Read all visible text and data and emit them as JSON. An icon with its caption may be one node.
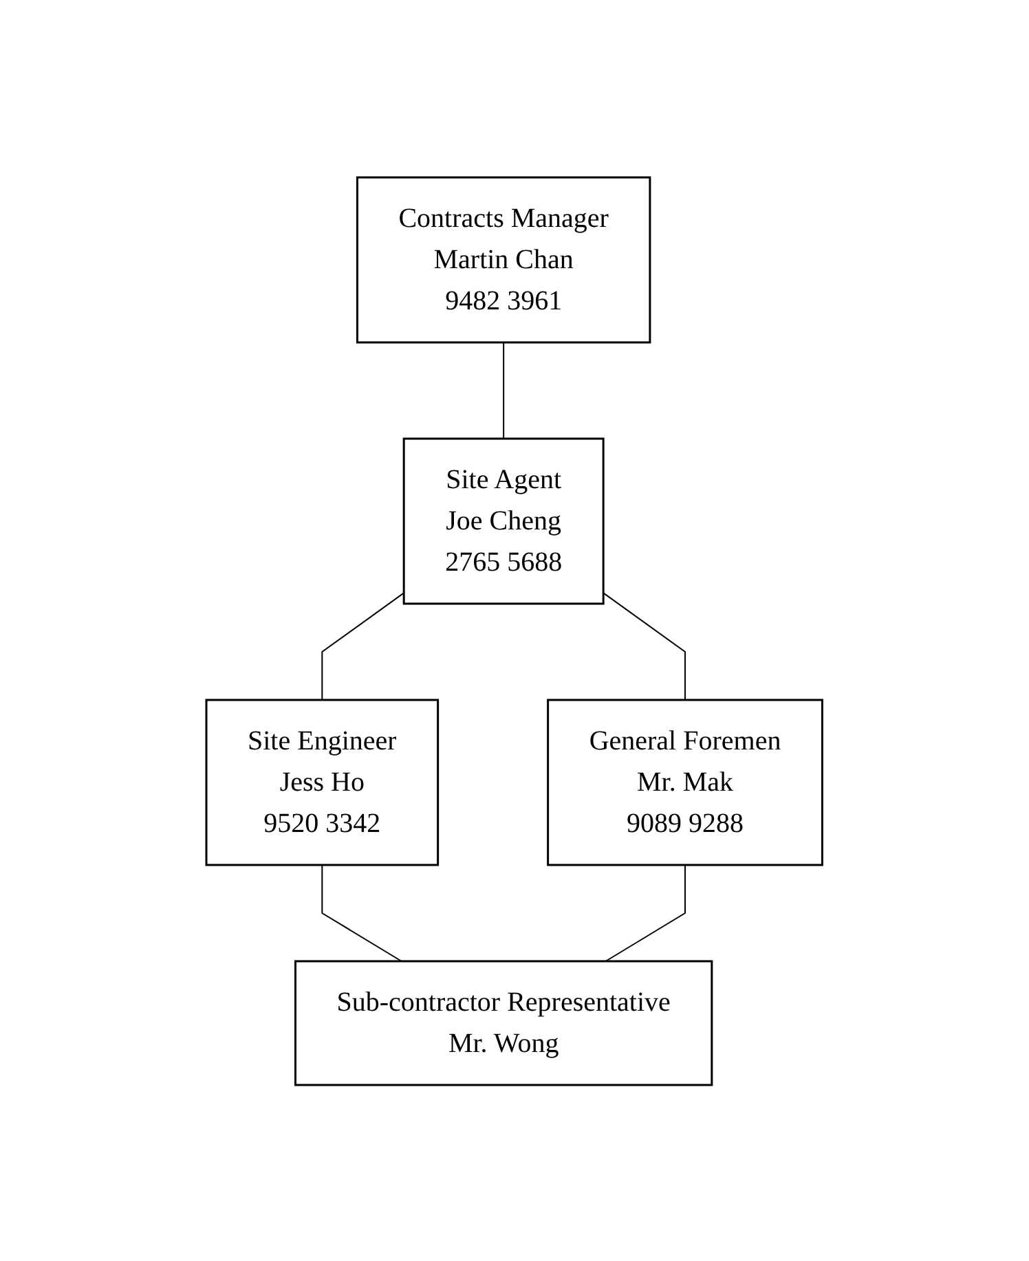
{
  "diagram": {
    "nodes": [
      {
        "text": [
          "Contracts Manager",
          "Martin Chan",
          "9482 3961"
        ]
      },
      {
        "text": [
          "Site Agent",
          "Joe Cheng",
          "2765 5688"
        ]
      },
      {
        "text": [
          "Site Engineer",
          "Jess Ho",
          "9520 3342"
        ]
      },
      {
        "text": [
          "General Foremen",
          "Mr. Mak",
          "9089 9288"
        ]
      },
      {
        "text": [
          "Sub-contractor Representative",
          "Mr. Wong"
        ]
      }
    ],
    "edges": [
      {
        "from": 0,
        "to": 1,
        "arrow": "none"
      },
      {
        "from": 1,
        "to": 2,
        "arrow": "none"
      },
      {
        "from": 1,
        "to": 3,
        "arrow": "none"
      },
      {
        "from": 2,
        "to": 4,
        "arrow": "none"
      },
      {
        "from": 3,
        "to": 4,
        "arrow": "none"
      }
    ]
  }
}
